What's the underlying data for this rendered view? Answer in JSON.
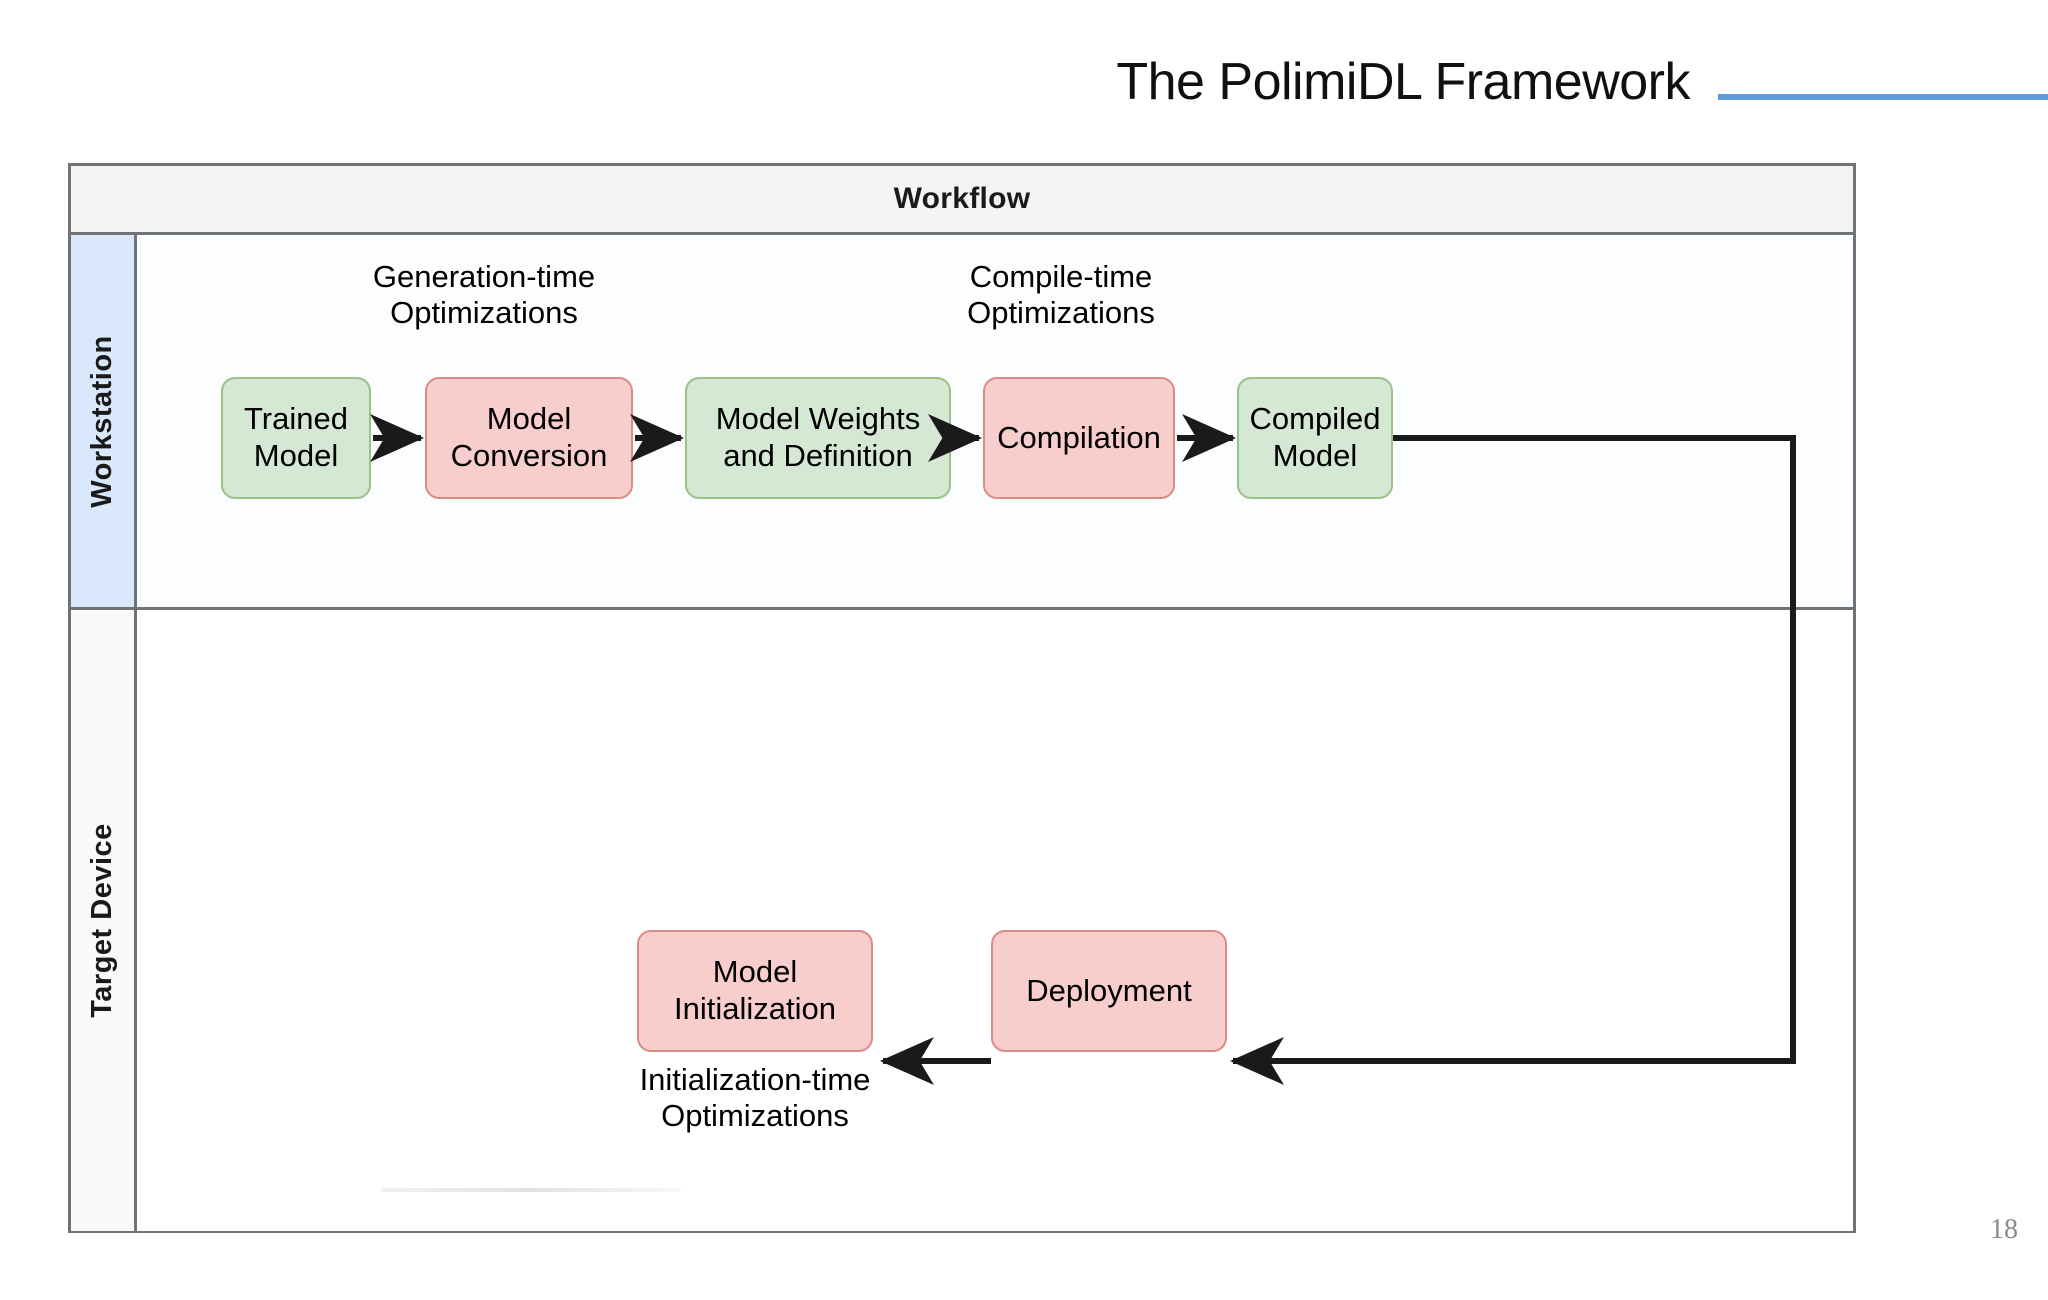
{
  "slide": {
    "title": "The PolimiDL Framework",
    "page_number": "18",
    "accent_color": "#5b9bd5"
  },
  "diagram": {
    "header_label": "Workflow",
    "rows": [
      {
        "label": "Workstation",
        "background": "#dae8fc"
      },
      {
        "label": "Target Device",
        "background": "#fafafa"
      }
    ],
    "colors": {
      "green_fill": "#d5e8d4",
      "green_stroke": "#9ac187",
      "pink_fill": "#f8cecc",
      "pink_stroke": "#d98b86",
      "frame_stroke": "#6f7277",
      "connector_stroke": "#1a1a1a"
    },
    "nodes": [
      {
        "id": "trained-model",
        "label": "Trained\nModel",
        "type": "artifact",
        "color": "green",
        "row": "Workstation"
      },
      {
        "id": "model-conversion",
        "label": "Model\nConversion",
        "type": "process",
        "color": "pink",
        "row": "Workstation"
      },
      {
        "id": "model-weights",
        "label": "Model Weights\nand Definition",
        "type": "artifact",
        "color": "green",
        "row": "Workstation"
      },
      {
        "id": "compilation",
        "label": "Compilation",
        "type": "process",
        "color": "pink",
        "row": "Workstation"
      },
      {
        "id": "compiled-model",
        "label": "Compiled\nModel",
        "type": "artifact",
        "color": "green",
        "row": "Workstation"
      },
      {
        "id": "deployment",
        "label": "Deployment",
        "type": "process",
        "color": "pink",
        "row": "Target Device"
      },
      {
        "id": "model-initialization",
        "label": "Model\nInitialization",
        "type": "process",
        "color": "pink",
        "row": "Target Device"
      }
    ],
    "captions": [
      {
        "id": "generation-time",
        "label": "Generation-time\nOptimizations",
        "attached_to": "model-conversion",
        "position": "above"
      },
      {
        "id": "compile-time",
        "label": "Compile-time\nOptimizations",
        "attached_to": "compilation",
        "position": "above"
      },
      {
        "id": "initialization-time",
        "label": "Initialization-time\nOptimizations",
        "attached_to": "model-initialization",
        "position": "below"
      }
    ],
    "edges": [
      {
        "from": "trained-model",
        "to": "model-conversion"
      },
      {
        "from": "model-conversion",
        "to": "model-weights"
      },
      {
        "from": "model-weights",
        "to": "compilation"
      },
      {
        "from": "compilation",
        "to": "compiled-model"
      },
      {
        "from": "compiled-model",
        "to": "deployment"
      },
      {
        "from": "deployment",
        "to": "model-initialization"
      }
    ]
  }
}
